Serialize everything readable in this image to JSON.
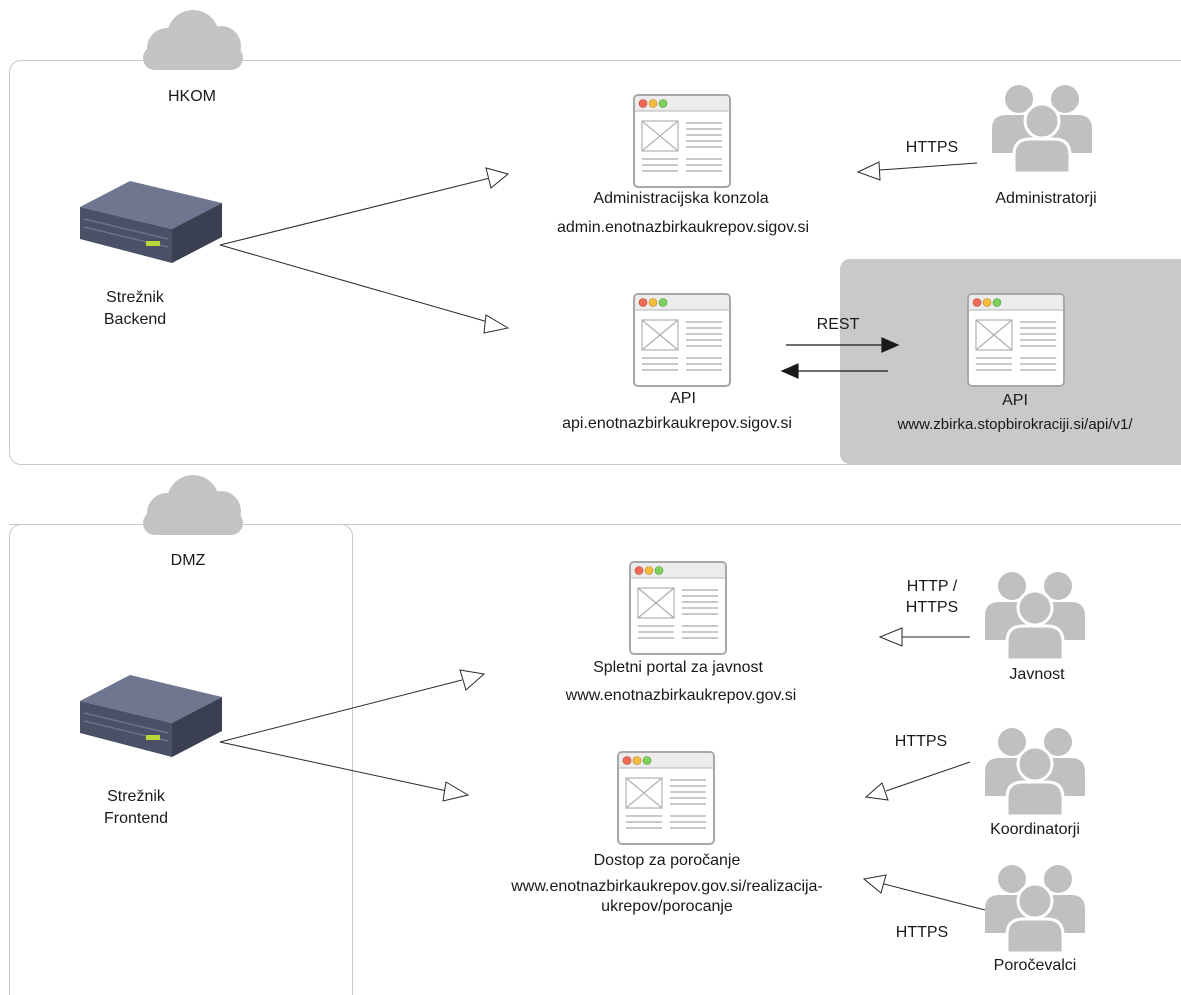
{
  "zones": {
    "hkom": {
      "label": "HKOM"
    },
    "dmz": {
      "label": "DMZ"
    }
  },
  "servers": {
    "backend": {
      "line1": "Strežnik",
      "line2": "Backend"
    },
    "frontend": {
      "line1": "Strežnik",
      "line2": "Frontend"
    }
  },
  "apps": {
    "admin_console": {
      "title": "Administracijska konzola",
      "url": "admin.enotnazbirkaukrepov.sigov.si"
    },
    "api": {
      "title": "API",
      "url": "api.enotnazbirkaukrepov.sigov.si"
    },
    "external_api": {
      "title": "API",
      "url": "www.zbirka.stopbirokraciji.si/api/v1/"
    },
    "public_portal": {
      "title": "Spletni portal za javnost",
      "url": "www.enotnazbirkaukrepov.gov.si"
    },
    "reporting": {
      "title": "Dostop za poročanje",
      "url_line1": "www.enotnazbirkaukrepov.gov.si/realizacija-",
      "url_line2": "ukrepov/porocanje"
    }
  },
  "actors": {
    "administrators": "Administratorji",
    "public": "Javnost",
    "coordinators": "Koordinatorji",
    "reporters": "Poročevalci"
  },
  "protocols": {
    "admin": "HTTPS",
    "rest": "REST",
    "public_line1": "HTTP /",
    "public_line2": "HTTPS",
    "coordinators": "HTTPS",
    "reporters": "HTTPS"
  }
}
